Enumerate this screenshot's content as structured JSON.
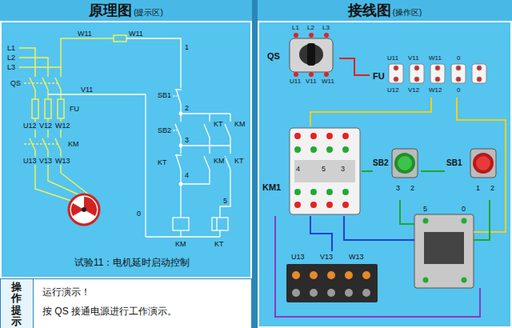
{
  "diagram": {
    "caption": "试验11：电机延时启动控制",
    "nodes": [
      {
        "text": [
          "原理图",
          "(提示区)"
        ]
      },
      {
        "text": [
          "接线图",
          "(操作区)"
        ]
      },
      {
        "text": [
          "QS"
        ]
      },
      {
        "text": [
          "FU"
        ]
      },
      {
        "text": [
          "KM1"
        ]
      },
      {
        "text": [
          "SB2"
        ]
      },
      {
        "text": [
          "SB1"
        ]
      },
      {
        "text": [
          "U13",
          "V13",
          "W13"
        ]
      },
      {
        "text": [
          "操作提示",
          "运行演示！",
          "按 QS 接通电源进行工作演示。"
        ]
      }
    ],
    "edges": [
      {
        "from": 2,
        "to": 3,
        "arrow": "none"
      },
      {
        "from": 3,
        "to": 4,
        "arrow": "none"
      },
      {
        "from": 4,
        "to": 5,
        "arrow": "none"
      },
      {
        "from": 5,
        "to": 6,
        "arrow": "none"
      },
      {
        "from": 4,
        "to": 7,
        "arrow": "none"
      }
    ],
    "labels": [
      "L1",
      "L2",
      "L3",
      "V11",
      "W11",
      "W11",
      "QS",
      "FU",
      "U12",
      "V12",
      "W12",
      "U13",
      "V13",
      "W13",
      "KM",
      "SB1",
      "SB2",
      "KT",
      "KT",
      "KM",
      "KM",
      "KT",
      "1",
      "2",
      "3",
      "4",
      "5",
      "0",
      "KM",
      "KT",
      "L1",
      "L2",
      "L3",
      "U11",
      "V11",
      "W11",
      "U11",
      "V11",
      "W11",
      "0",
      "U12",
      "V12",
      "W12",
      "0",
      "4",
      "5",
      "3",
      "3",
      "2",
      "1",
      "2",
      "5",
      "0"
    ]
  }
}
